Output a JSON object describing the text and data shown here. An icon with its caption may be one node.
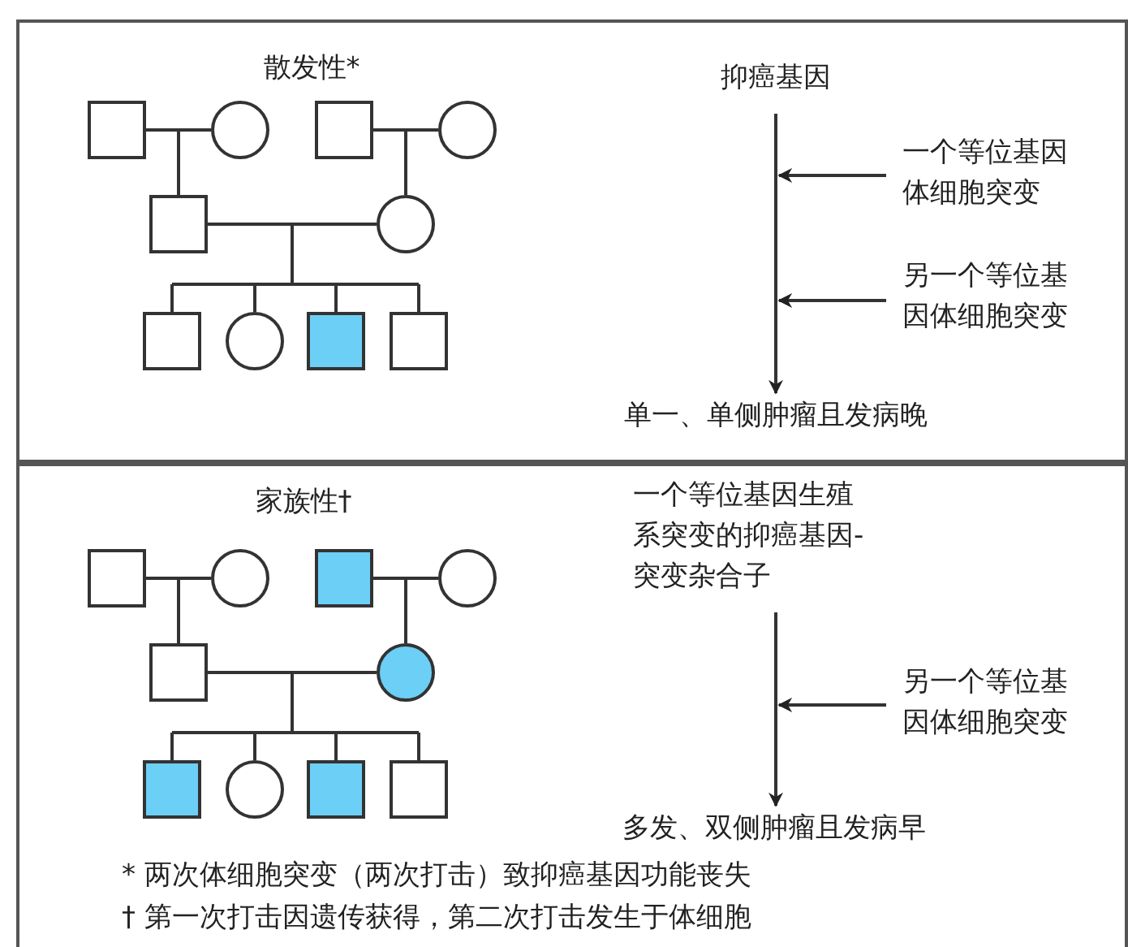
{
  "diagram": {
    "nodes": [
      {
        "text": [
          "散发性*"
        ]
      },
      {
        "text": [],
        "shape": "box",
        "in": 0
      },
      {
        "text": [],
        "shape": "circle",
        "in": 0
      },
      {
        "text": [],
        "shape": "box",
        "in": 0
      },
      {
        "text": [],
        "shape": "circle",
        "in": 0
      },
      {
        "text": [],
        "shape": "box",
        "in": 0
      },
      {
        "text": [],
        "shape": "circle",
        "in": 0
      },
      {
        "text": [],
        "shape": "box",
        "in": 0
      },
      {
        "text": [],
        "shape": "circle",
        "in": 0
      },
      {
        "text": [],
        "shape": "box",
        "in": 0
      },
      {
        "text": [],
        "shape": "box",
        "in": 0
      },
      {
        "text": [
          "抑癌基因"
        ],
        "in": 0
      },
      {
        "text": [
          "一个等位基因体细胞突变"
        ],
        "in": 0
      },
      {
        "text": [
          "另一个等位基因体细胞突变"
        ],
        "in": 0
      },
      {
        "text": [
          "单一、单侧肿瘤且发病晚"
        ],
        "in": 0
      },
      {
        "text": [
          "家族性†"
        ]
      },
      {
        "text": [],
        "shape": "box",
        "in": 15
      },
      {
        "text": [],
        "shape": "circle",
        "in": 15
      },
      {
        "text": [],
        "shape": "box",
        "in": 15
      },
      {
        "text": [],
        "shape": "circle",
        "in": 15
      },
      {
        "text": [],
        "shape": "box",
        "in": 15
      },
      {
        "text": [],
        "shape": "circle",
        "in": 15
      },
      {
        "text": [],
        "shape": "box",
        "in": 15
      },
      {
        "text": [],
        "shape": "circle",
        "in": 15
      },
      {
        "text": [],
        "shape": "box",
        "in": 15
      },
      {
        "text": [],
        "shape": "box",
        "in": 15
      },
      {
        "text": [
          "一个等位基因生殖系突变的抑癌基因-突变杂合子"
        ],
        "in": 15
      },
      {
        "text": [
          "另一个等位基因体细胞突变"
        ],
        "in": 15
      },
      {
        "text": [
          "多发、双侧肿瘤且发病早"
        ],
        "in": 15
      }
    ],
    "edges": [
      {
        "from": 1,
        "to": 2,
        "arrow": "none"
      },
      {
        "from": 3,
        "to": 4,
        "arrow": "none"
      },
      {
        "from": 1,
        "to": 5,
        "arrow": "none"
      },
      {
        "from": 2,
        "to": 5,
        "arrow": "none"
      },
      {
        "from": 3,
        "to": 6,
        "arrow": "none"
      },
      {
        "from": 4,
        "to": 6,
        "arrow": "none"
      },
      {
        "from": 5,
        "to": 6,
        "arrow": "none"
      },
      {
        "from": 5,
        "to": 7,
        "arrow": "none"
      },
      {
        "from": 6,
        "to": 7,
        "arrow": "none"
      },
      {
        "from": 5,
        "to": 8,
        "arrow": "none"
      },
      {
        "from": 6,
        "to": 8,
        "arrow": "none"
      },
      {
        "from": 5,
        "to": 9,
        "arrow": "none"
      },
      {
        "from": 6,
        "to": 9,
        "arrow": "none"
      },
      {
        "from": 5,
        "to": 10,
        "arrow": "none"
      },
      {
        "from": 6,
        "to": 10,
        "arrow": "none"
      },
      {
        "from": 11,
        "to": 14,
        "arrow": "to"
      },
      {
        "from": 12,
        "to": null,
        "arrow": "to"
      },
      {
        "from": 13,
        "to": null,
        "arrow": "to"
      },
      {
        "from": 16,
        "to": 17,
        "arrow": "none"
      },
      {
        "from": 18,
        "to": 19,
        "arrow": "none"
      },
      {
        "from": 16,
        "to": 20,
        "arrow": "none"
      },
      {
        "from": 17,
        "to": 20,
        "arrow": "none"
      },
      {
        "from": 18,
        "to": 21,
        "arrow": "none"
      },
      {
        "from": 19,
        "to": 21,
        "arrow": "none"
      },
      {
        "from": 20,
        "to": 21,
        "arrow": "none"
      },
      {
        "from": 20,
        "to": 22,
        "arrow": "none"
      },
      {
        "from": 21,
        "to": 22,
        "arrow": "none"
      },
      {
        "from": 20,
        "to": 23,
        "arrow": "none"
      },
      {
        "from": 21,
        "to": 23,
        "arrow": "none"
      },
      {
        "from": 20,
        "to": 24,
        "arrow": "none"
      },
      {
        "from": 21,
        "to": 24,
        "arrow": "none"
      },
      {
        "from": 20,
        "to": 25,
        "arrow": "none"
      },
      {
        "from": 21,
        "to": 25,
        "arrow": "none"
      },
      {
        "from": 26,
        "to": 28,
        "arrow": "to"
      },
      {
        "from": 27,
        "to": null,
        "arrow": "to"
      }
    ],
    "labels": [
      "* 两次体细胞突变（两次打击）致抑癌基因功能丧失",
      "† 第一次打击因遗传获得，第二次打击发生于体细胞"
    ]
  }
}
